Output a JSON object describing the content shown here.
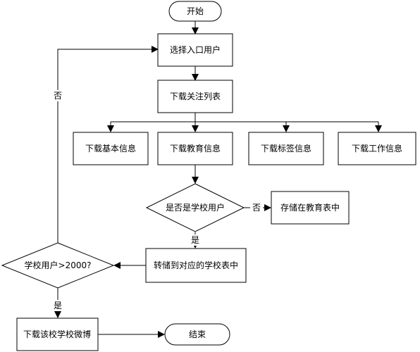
{
  "nodes": {
    "start": "开始",
    "select_entry_user": "选择入口用户",
    "download_follow_list": "下载关注列表",
    "download_basic_info": "下载基本信息",
    "download_education_info": "下载教育信息",
    "download_tag_info": "下载标签信息",
    "download_work_info": "下载工作信息",
    "is_school_user": "是否是学校用户",
    "store_in_education_table": "存储在教育表中",
    "store_to_school_table": "转储到对应的学校表中",
    "school_users_over_2000": "学校用户>2000?",
    "download_school_weibo": "下载该校学校微博",
    "end": "结束"
  },
  "edge_labels": {
    "no_to_education_table": "否",
    "yes_to_school_table": "是",
    "no_loop_back": "否",
    "yes_to_weibo": "是"
  }
}
